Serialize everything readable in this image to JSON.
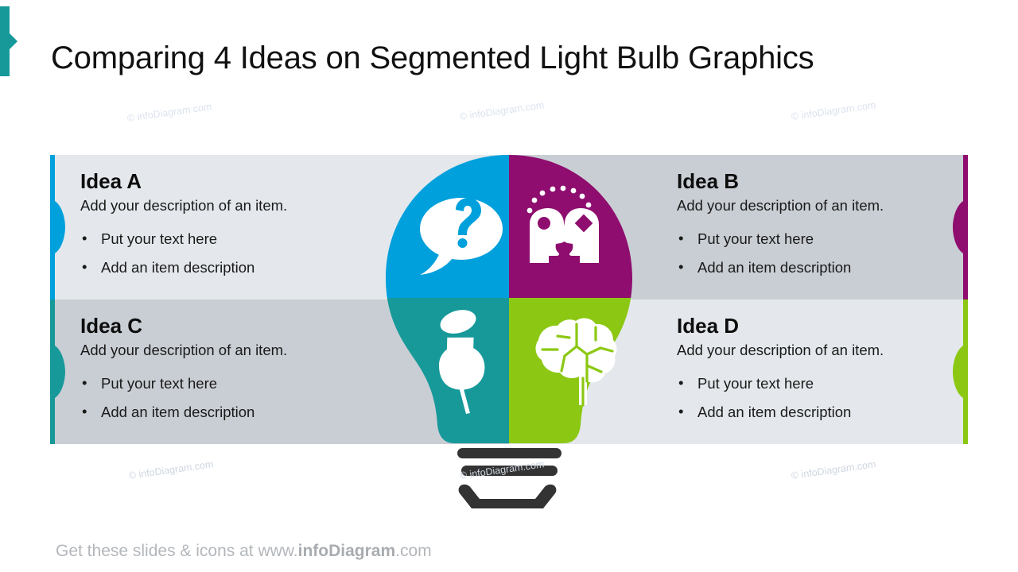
{
  "title": "Comparing 4 Ideas on Segmented Light Bulb Graphics",
  "footer": {
    "prefix": "Get these slides & icons at www.",
    "brand": "infoDiagram",
    "suffix": ".com"
  },
  "watermark": "© infoDiagram.com",
  "colors": {
    "blue": "#00a0dc",
    "purple": "#8e0d6e",
    "teal": "#17999a",
    "green": "#8cc813",
    "title_accent": "#17999a",
    "band_light": "#e4e8ec",
    "band_dark": "#c9ced4",
    "base_dark": "#333333",
    "icon_white": "#ffffff",
    "footer_gray": "#b3b7bb"
  },
  "ideas": [
    {
      "id": "a",
      "title": "Idea A",
      "description": "Add your description of an item.",
      "bullets": [
        "Put your text here",
        "Add an item description"
      ],
      "bullet_glyph": "•",
      "color": "#00a0dc",
      "icon": "question-speech-bubble-icon",
      "band": "light"
    },
    {
      "id": "b",
      "title": "Idea B",
      "description": "Add your description of an item.",
      "bullets": [
        "Put your text here",
        "Add an item description"
      ],
      "bullet_glyph": "•",
      "color": "#8e0d6e",
      "icon": "two-heads-talking-icon",
      "band": "dark"
    },
    {
      "id": "c",
      "title": "Idea C",
      "description": "Add your description of an item.",
      "bullets": [
        "Put your text here",
        "Add an item description"
      ],
      "bullet_glyph": "•",
      "color": "#17999a",
      "icon": "push-pin-icon",
      "band": "dark"
    },
    {
      "id": "d",
      "title": "Idea D",
      "description": "Add your description of an item.",
      "bullets": [
        "Put your text here",
        "Add an item description"
      ],
      "bullet_glyph": "•",
      "color": "#8cc813",
      "icon": "brain-icon",
      "band": "light"
    }
  ],
  "bulb": {
    "name": "segmented-light-bulb",
    "segments": 4,
    "base_bars": 3
  }
}
